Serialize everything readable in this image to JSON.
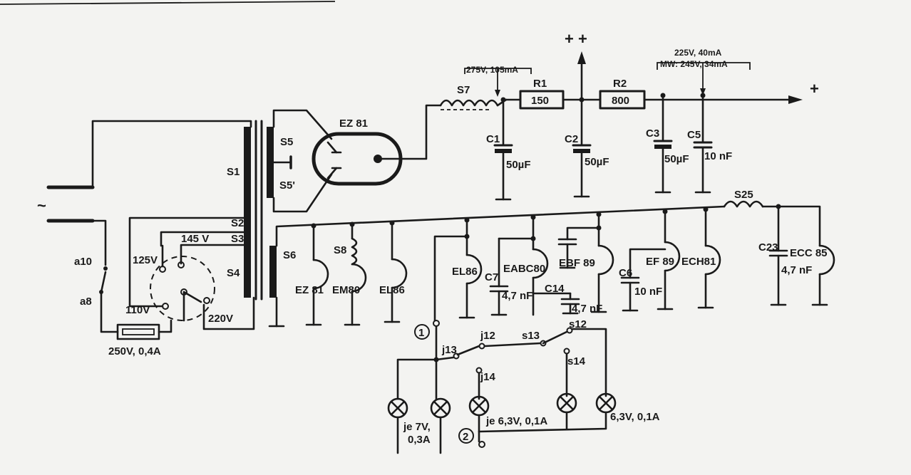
{
  "labels": {
    "ac": "~",
    "s1": "S1",
    "s2": "S2",
    "s3": "S3",
    "s4": "S4",
    "s5": "S5",
    "s5p": "S5'",
    "s6": "S6",
    "s7": "S7",
    "s8": "S8",
    "s25": "S25",
    "v125": "125V",
    "v145": "145 V",
    "v110": "110V",
    "v220": "220V",
    "a10": "a10",
    "a8": "a8",
    "fuse": "250V, 0,4A",
    "ez81_top": "EZ 81",
    "s7_rating": "275V, 105mA",
    "r1_name": "R1",
    "r1_val": "150",
    "r2_name": "R2",
    "r2_val": "800",
    "plusplus": "+ +",
    "plus": "+",
    "mains_rating_1": "225V, 40mA",
    "mains_rating_2": "MW: 245V, 34mA",
    "c1": "C1",
    "c1v": "50µF",
    "c2": "C2",
    "c2v": "50µF",
    "c3": "C3",
    "c3v": "50µF",
    "c5": "C5",
    "c5v": "10 nF",
    "ez81": "EZ 81",
    "em80": "EM80",
    "el86a": "EL86",
    "el86b": "EL86",
    "c7": "C7",
    "eabc80": "EABC80",
    "c7v": "4,7 nF",
    "ebf89": "EBF 89",
    "c14": "C14",
    "c14v": "4,7 nF",
    "c6": "C6",
    "ef89": "EF 89",
    "c6v": "10 nF",
    "ech81": "ECH81",
    "c23": "C23",
    "ecc85": "ECC 85",
    "c23v": "4,7 nF",
    "n1": "1",
    "n2": "2",
    "j13": "j13",
    "j12": "j12",
    "s13": "s13",
    "s12": "s12",
    "j14": "j14",
    "s14": "s14",
    "lamp7v_1": "je 7V,",
    "lamp7v_2": "0,3A",
    "lamp63_1": "je 6,3V, 0,1A",
    "lamp63_2": "6,3V, 0,1A"
  }
}
